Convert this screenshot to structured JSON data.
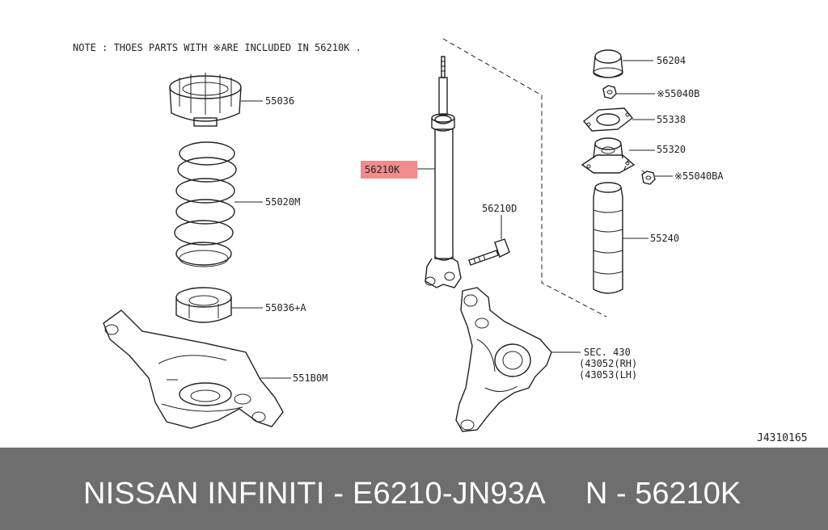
{
  "diagram": {
    "note": "NOTE : THOES PARTS WITH ※ARE INCLUDED IN 56210K .",
    "drawing_code": "J4310165",
    "highlight_color": "#f28b8b",
    "labels": {
      "p55036": "55036",
      "p55020m": "55020M",
      "p55036a": "55036+A",
      "p551b0m": "551B0M",
      "p56210k": "56210K",
      "p56210d": "56210D",
      "p56204": "56204",
      "p55040b": "※55040B",
      "p55338": "55338",
      "p55320": "55320",
      "p55040ba": "※55040BA",
      "p55240": "55240",
      "sec430": "SEC. 430",
      "sec_rh": "(43052(RH)",
      "sec_lh": "(43053(LH)"
    }
  },
  "footer": {
    "left_text": "NISSAN INFINITI - E6210-JN93A",
    "right_text": "N - 56210K",
    "background": "#6e6e6e"
  }
}
